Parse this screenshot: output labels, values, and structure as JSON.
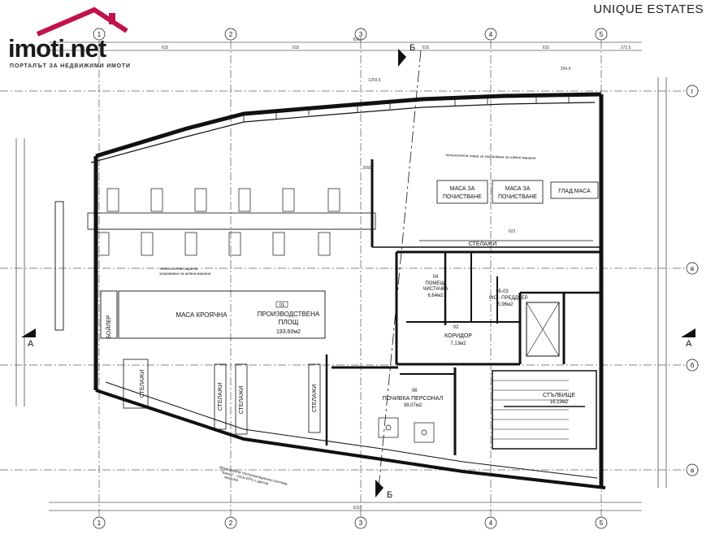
{
  "brand": {
    "logo_text": "imoti.net",
    "logo_tagline": "ПОРТАЛЪТ ЗА НЕДВИЖИМИ ИМОТИ",
    "watermark": "UNIQUE ESTATES"
  },
  "colors": {
    "logo_roof": "#c0124b",
    "line": "#111111"
  },
  "axes": {
    "columns": [
      "1",
      "2",
      "3",
      "4",
      "5"
    ],
    "rows": [
      "г",
      "в",
      "б",
      "а"
    ]
  },
  "section_marks": {
    "a_left": "A",
    "a_right": "A",
    "b_top": "Б",
    "b_bottom": "Б"
  },
  "rooms": {
    "production": {
      "number": "01",
      "name_l1": "ПРОИЗВОДСТВЕНА",
      "name_l2": "ПЛОЩ",
      "area": "193,60м2"
    },
    "cleaning": {
      "number": "04",
      "name_l1": "ПОМЕЩ.",
      "name_l2": "ЧИСТАЧКА",
      "area": "6,64м2"
    },
    "wc": {
      "number": "05-03",
      "name_l1": "WC - ПРЕДДВЕР.",
      "area": "5,96м2"
    },
    "corridor": {
      "number": "02",
      "name_l1": "КОРИДОР",
      "area": "7,13м2"
    },
    "staff_rest": {
      "number": "06",
      "name_l1": "ПОЧИВКА ПЕРСОНАЛ",
      "area": "38,07м2"
    },
    "stairs": {
      "name_l1": "СТЪЛБИЩЕ",
      "area": "16,19м2"
    }
  },
  "furniture": {
    "table_cleaning_1a": "МАСА ЗА",
    "table_cleaning_1b": "ПОЧИСТВАНЕ",
    "table_cleaning_2a": "МАСА ЗА",
    "table_cleaning_2b": "ПОЧИСТВАНЕ",
    "ironing_table": "ГЛАД.МАСА",
    "shelves_top": "СТЕЛАЖИ",
    "cutting_table": "МАСА КРОЯЧНА",
    "boiler": "БОЙЛЕР",
    "shelves_1": "СТЕЛАЖИ",
    "shelves_2": "СТЕЛАЖИ",
    "shelves_3": "СТЕЛАЖИ",
    "shelves_4": "СТЕЛАЖИ"
  },
  "notes": {
    "scaffold_top": "технологична скара за захранване на шевни машини",
    "scaffold_mid_1": "технологична скара за",
    "scaffold_mid_2": "захранване на шевни машини",
    "facade_bottom_1": "Интегрирана топлоизолационна система",
    "facade_bottom_2": "\"Бачел\" - 10см EPS с цветна",
    "facade_bottom_3": "мазилка"
  },
  "dimensions": {
    "total": "6310",
    "bays": [
      "615",
      "615",
      "615",
      "615"
    ],
    "edge": "172.5",
    "misc": [
      "294.9",
      "1203.5",
      "2090",
      "623"
    ]
  }
}
